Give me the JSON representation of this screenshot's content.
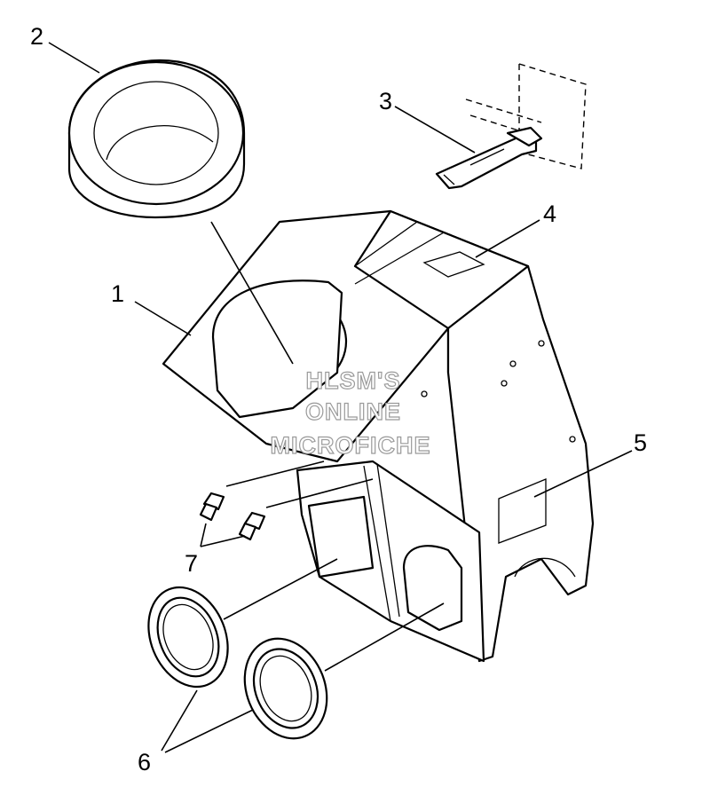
{
  "callouts": [
    {
      "id": "part-1",
      "label": "1"
    },
    {
      "id": "part-2",
      "label": "2"
    },
    {
      "id": "part-3",
      "label": "3"
    },
    {
      "id": "part-4",
      "label": "4"
    },
    {
      "id": "part-5",
      "label": "5"
    },
    {
      "id": "part-6",
      "label": "6"
    },
    {
      "id": "part-7",
      "label": "7"
    }
  ],
  "watermark": {
    "line1": "HLSM'S",
    "line2": "ONLINE",
    "line3": "MICROFICHE"
  },
  "colors": {
    "ink": "#000000",
    "paper": "#ffffff",
    "watermark_outline": "#9a9a9a"
  }
}
